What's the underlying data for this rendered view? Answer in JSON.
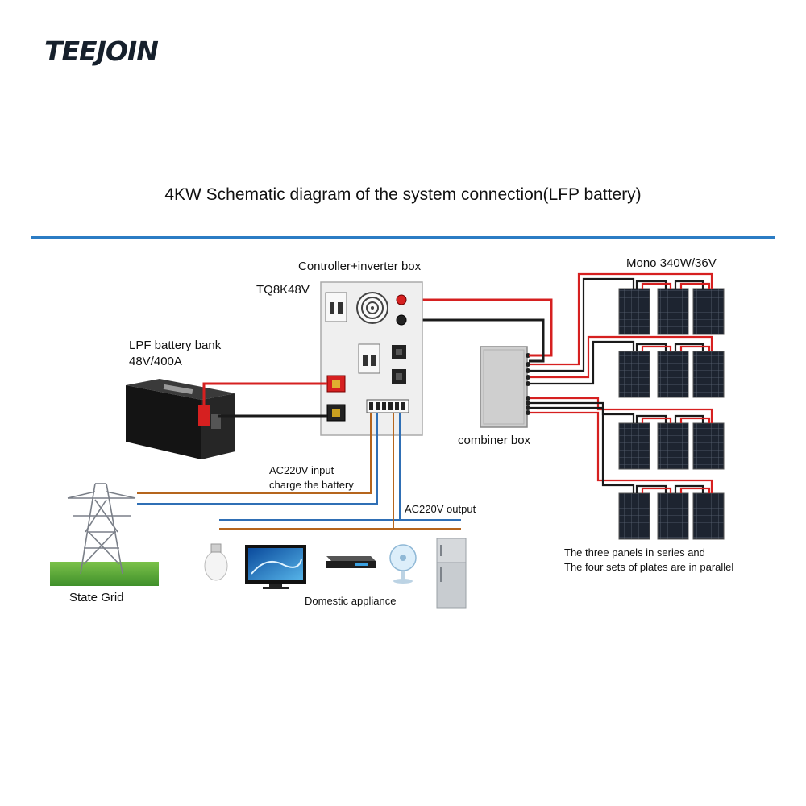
{
  "brand": {
    "logo_text": "TEEJOIN"
  },
  "diagram": {
    "title": "4KW Schematic diagram of the system connection(LFP battery)",
    "inverter": {
      "label": "Controller+inverter box",
      "model": "TQ8K48V"
    },
    "battery": {
      "label": "LPF battery bank",
      "spec": "48V/400A"
    },
    "combiner": {
      "label": "combiner box"
    },
    "panels": {
      "label": "Mono 340W/36V",
      "note_line1": "The three panels in series and",
      "note_line2": "The four sets of plates are in parallel",
      "rows": 4,
      "per_row": 3
    },
    "grid": {
      "label": "State Grid"
    },
    "ac_input": {
      "line1": "AC220V input",
      "line2": "charge the battery"
    },
    "ac_output": {
      "label": "AC220V output"
    },
    "appliances": {
      "label": "Domestic appliance",
      "items": [
        "light-bulb-icon",
        "tv-icon",
        "dvd-player-icon",
        "fan-icon",
        "fridge-icon"
      ]
    },
    "colors": {
      "positive": "#d62020",
      "negative": "#1a1a1a",
      "ac_brown": "#b5651d",
      "ac_blue": "#2f6fb5",
      "rule": "#2b7cc4"
    }
  }
}
